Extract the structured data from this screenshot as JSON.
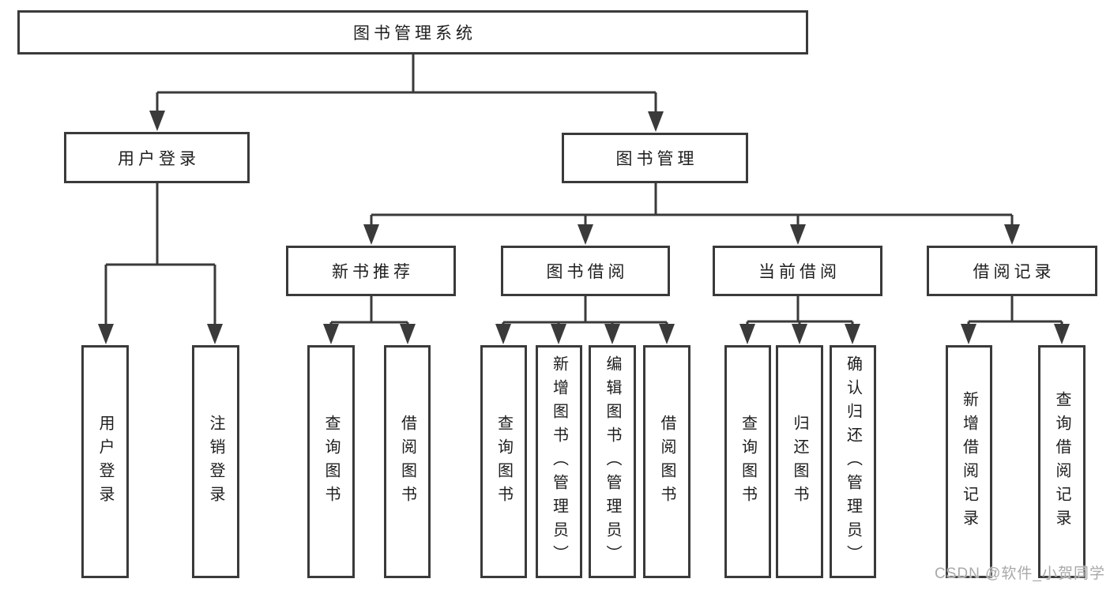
{
  "tree": {
    "label": "图书管理系统",
    "children": [
      {
        "label": "用户登录",
        "children": [
          {
            "label": "用户登录"
          },
          {
            "label": "注销登录"
          }
        ]
      },
      {
        "label": "图书管理",
        "children": [
          {
            "label": "新书推荐",
            "children": [
              {
                "label": "查询图书"
              },
              {
                "label": "借阅图书"
              }
            ]
          },
          {
            "label": "图书借阅",
            "children": [
              {
                "label": "查询图书"
              },
              {
                "label": "新增图书（管理员）"
              },
              {
                "label": "编辑图书（管理员）"
              },
              {
                "label": "借阅图书"
              }
            ]
          },
          {
            "label": "当前借阅",
            "children": [
              {
                "label": "查询图书"
              },
              {
                "label": "归还图书"
              },
              {
                "label": "确认归还（管理员）"
              }
            ]
          },
          {
            "label": "借阅记录",
            "children": [
              {
                "label": "新增借阅记录"
              },
              {
                "label": "查询借阅记录"
              }
            ]
          }
        ]
      }
    ]
  },
  "watermark": {
    "text": "CSDN @软件_小贺同学"
  },
  "colors": {
    "line": "#3a3a3a",
    "text": "#1e1e1e",
    "watermark": "#a9a9a9",
    "background": "#ffffff"
  }
}
